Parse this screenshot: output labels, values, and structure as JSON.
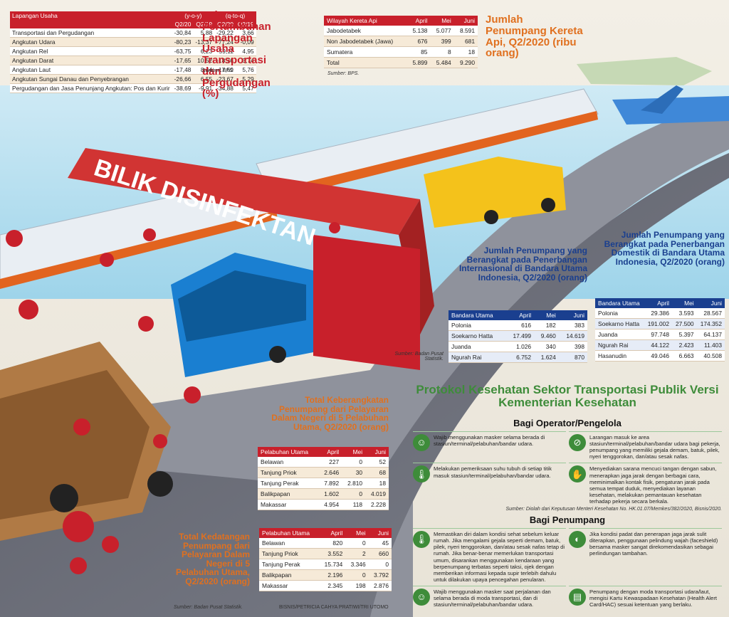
{
  "lapangan": {
    "title": "Laju Pertumbuhan Lapangan Usaha Transportasi dan Pergudangan (%)",
    "source": "Sumber: BPS.",
    "head1": [
      "Lapangan Usaha",
      "(y-o-y)",
      "",
      "(q-to-q)",
      ""
    ],
    "head2": [
      "",
      "Q2/20",
      "Q2/19",
      "Q2/20",
      "Q2/19"
    ],
    "rows": [
      [
        "Transportasi dan Pergudangan",
        "-30,84",
        "5,88",
        "-29,22",
        "3,66"
      ],
      [
        "Angkutan Udara",
        "-80,23",
        "-13,37",
        "-77,24",
        "-0,09"
      ],
      [
        "Angkutan Rel",
        "-63,75",
        "6,23",
        "-59,11",
        "4,95"
      ],
      [
        "Angkutan Darat",
        "-17,65",
        "10,52",
        "-18,76",
        "3,74"
      ],
      [
        "Angkutan Laut",
        "-17,48",
        "8,44",
        "-17,59",
        "5,76"
      ],
      [
        "Angkutan Sungai Danau dan Penyebrangan",
        "-26,66",
        "6,55",
        "-23,67",
        "5,29"
      ],
      [
        "Pergudangan dan Jasa Penunjang Angkutan: Pos dan Kurir",
        "-38,69",
        "-9,91",
        "-34,88",
        "5,47"
      ]
    ]
  },
  "kereta": {
    "title": "Jumlah Penumpang Kereta Api, Q2/2020 (ribu orang)",
    "source": "Sumber: BPS.",
    "head": [
      "Wilayah Kereta Api",
      "April",
      "Mei",
      "Juni"
    ],
    "rows": [
      [
        "Jabodetabek",
        "5.138",
        "5.077",
        "8.591"
      ],
      [
        "Non Jabodetabek (Jawa)",
        "676",
        "399",
        "681"
      ],
      [
        "Sumatera",
        "85",
        "8",
        "18"
      ],
      [
        "Total",
        "5.899",
        "5.484",
        "9.290"
      ]
    ]
  },
  "scene": {
    "booth_label": "BILIK DISINFEKTAN"
  },
  "internasional": {
    "title": "Jumlah Penumpang yang Berangkat pada Penerbangan Internasional di Bandara Utama Indonesia, Q2/2020 (orang)",
    "source": "Sumber: Badan Pusat Statistik.",
    "head": [
      "Bandara Utama",
      "April",
      "Mei",
      "Juni"
    ],
    "rows": [
      [
        "Polonia",
        "616",
        "182",
        "383"
      ],
      [
        "Soekarno Hatta",
        "17.499",
        "9.460",
        "14.619"
      ],
      [
        "Juanda",
        "1.026",
        "340",
        "398"
      ],
      [
        "Ngurah Rai",
        "6.752",
        "1.624",
        "870"
      ]
    ]
  },
  "domestik": {
    "title": "Jumlah Penumpang yang Berangkat pada Penerbangan Domestik di Bandara Utama Indonesia, Q2/2020 (orang)",
    "head": [
      "Bandara Utama",
      "April",
      "Mei",
      "Juni"
    ],
    "rows": [
      [
        "Polonia",
        "29.386",
        "3.593",
        "28.567"
      ],
      [
        "Soekarno Hatta",
        "191.002",
        "27.500",
        "174.352"
      ],
      [
        "Juanda",
        "97.748",
        "5.397",
        "64.137"
      ],
      [
        "Ngurah Rai",
        "44.122",
        "2.423",
        "11.403"
      ],
      [
        "Hasanudin",
        "49.046",
        "6.663",
        "40.508"
      ]
    ]
  },
  "berangkat_laut": {
    "title": "Total Keberangkatan Penumpang dari Pelayaran Dalam Negeri di 5 Pelabuhan Utama, Q2/2020 (orang)",
    "head": [
      "Pelabuhan Utama",
      "April",
      "Mei",
      "Juni"
    ],
    "rows": [
      [
        "Belawan",
        "227",
        "0",
        "52"
      ],
      [
        "Tanjung Priok",
        "2.646",
        "30",
        "68"
      ],
      [
        "Tanjung Perak",
        "7.892",
        "2.810",
        "18"
      ],
      [
        "Balikpapan",
        "1.602",
        "0",
        "4.019"
      ],
      [
        "Makassar",
        "4.954",
        "118",
        "2.228"
      ]
    ]
  },
  "datang_laut": {
    "title": "Total Kedatangan Penumpang dari Pelayaran Dalam Negeri di 5 Pelabuhan Utama, Q2/2020 (orang)",
    "source": "Sumber: Badan Pusat Statistik.",
    "credit": "BISNIS/PETRICIA CAHYA PRATIWI/TRI UTOMO",
    "head": [
      "Pelabuhan Utama",
      "April",
      "Mei",
      "Juni"
    ],
    "rows": [
      [
        "Belawan",
        "820",
        "0",
        "45"
      ],
      [
        "Tanjung Priok",
        "3.552",
        "2",
        "660"
      ],
      [
        "Tanjung Perak",
        "15.734",
        "3.346",
        "0"
      ],
      [
        "Balikpapan",
        "2.196",
        "0",
        "3.792"
      ],
      [
        "Makassar",
        "2.345",
        "198",
        "2.876"
      ]
    ]
  },
  "protokol": {
    "title": "Protokol Kesehatan Sektor Transportasi Publik Versi Kementerian Kesehatan",
    "operator_title": "Bagi Operator/Pengelola",
    "operator_items": [
      "Wajib menggunakan masker selama berada di stasiun/terminal/pelabuhan/bandar udara.",
      "Larangan masuk ke area stasiun/terminal/pelabuhan/bandar udara bagi pekerja, penumpang yang memiliki gejala demam, batuk, pilek, nyeri tenggorokan, dan/atau sesak nafas.",
      "Melakukan pemeriksaan suhu tubuh di setiap titik masuk stasiun/terminal/pelabuhan/bandar udara.",
      "Menyediakan sarana mencuci tangan dengan sabun, menerapkan jaga jarak dengan berbagai cara, meminimalkan kontak fisik, pengaturan jarak pada semua tempat duduk, menyediakan layanan kesehatan, melakukan pemantauan kesehatan terhadap pekerja secara berkala."
    ],
    "operator_source": "Sumber: Diolah dari Keputusan Menteri Kesehatan No. HK.01.07/Memkes/382/2020, Bisnis/2020.",
    "penumpang_title": "Bagi Penumpang",
    "penumpang_items": [
      "Memastikan diri dalam kondisi sehat sebelum keluar rumah. Jika mengalami gejala seperti demam, batuk, pilek, nyeri tenggorokan, dan/atau sesak nafas tetap di rumah. Jika benar-benar memerlukan transportasi umum, disarankan menggunakan kendaraan yang berpenumpang terbatas seperti taksi, ojek dengan memberikan informasi kepada supir terlebih dahulu untuk dilakukan upaya pencegahan penularan.",
      "Jika kondisi padat dan penerapan jaga jarak sulit diterapkan, penggunaan pelindung wajah (faceshield) bersama masker sangat direkomendasikan sebagai perlindungan tambahan.",
      "Wajib menggunakan masker saat perjalanan dan selama berada di moda transportasi, dan di stasiun/terminal/pelabuhan/bandar udara.",
      "Penumpang dengan moda transportasi udara/laut, mengisi Kartu Kewaspadaan Kesehatan (Health Alert Card/HAC) sesuai ketentuan yang berlaku."
    ]
  },
  "colors": {
    "red": "#c8202b",
    "blue": "#1a3f8f",
    "green": "#3e8c3a",
    "orange": "#e0701f",
    "sea": "#bfe3f2"
  },
  "icons": {
    "virus": "virus-icon",
    "mask": "mask-icon",
    "thermometer": "thermometer-icon",
    "handwash": "handwash-icon",
    "faceshield": "faceshield-icon",
    "card": "health-card-icon"
  }
}
